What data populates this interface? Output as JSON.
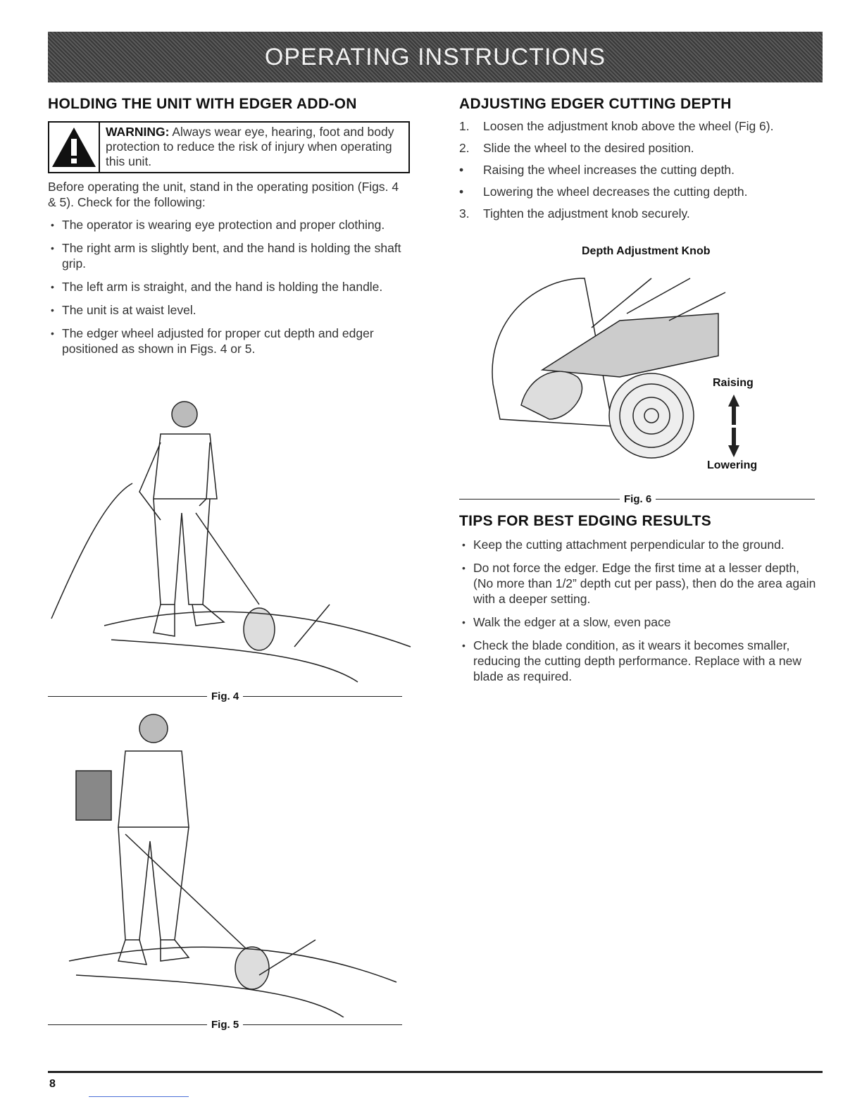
{
  "banner": {
    "title": "OPERATING INSTRUCTIONS"
  },
  "left": {
    "heading": "HOLDING THE UNIT WITH EDGER ADD-ON",
    "warning": {
      "label": "WARNING:",
      "text": "Always wear eye, hearing, foot and body protection to reduce the risk of injury when operating this unit."
    },
    "intro": "Before operating the unit, stand in the operating position (Figs. 4 & 5). Check for the following:",
    "bullets": [
      "The operator is wearing eye protection and proper clothing.",
      "The right arm is slightly bent, and the hand is holding the shaft grip.",
      "The left arm is straight, and the hand is holding the handle.",
      "The unit is at waist level.",
      "The edger wheel adjusted for proper cut depth and edger positioned as shown in Figs. 4 or 5."
    ],
    "fig4": "Fig. 4",
    "fig5": "Fig. 5"
  },
  "right": {
    "heading": "ADJUSTING EDGER CUTTING DEPTH",
    "steps": [
      {
        "n": "1.",
        "text": "Loosen the adjustment knob above the wheel (Fig 6)."
      },
      {
        "n": "2.",
        "text": "Slide the wheel to the desired position."
      },
      {
        "n": "•",
        "text": "Raising the wheel increases the cutting depth."
      },
      {
        "n": "•",
        "text": "Lowering the wheel decreases the cutting depth."
      },
      {
        "n": "3.",
        "text": "Tighten the adjustment knob securely."
      }
    ],
    "fig6_label_knob": "Depth Adjustment Knob",
    "fig6_label_raising": "Raising",
    "fig6_label_lowering": "Lowering",
    "fig6": "Fig. 6",
    "tips_heading": "TIPS FOR BEST EDGING RESULTS",
    "tips": [
      "Keep the cutting attachment perpendicular to the ground.",
      "Do not force the edger. Edge the first time at a lesser depth,(No more than 1/2” depth cut per pass), then do the area again with a deeper setting.",
      "Walk the edger at a slow, even pace",
      "Check the blade condition, as it wears it becomes smaller, reducing the cutting depth performance. Replace with a new blade as required."
    ]
  },
  "footer": {
    "page": "8"
  }
}
